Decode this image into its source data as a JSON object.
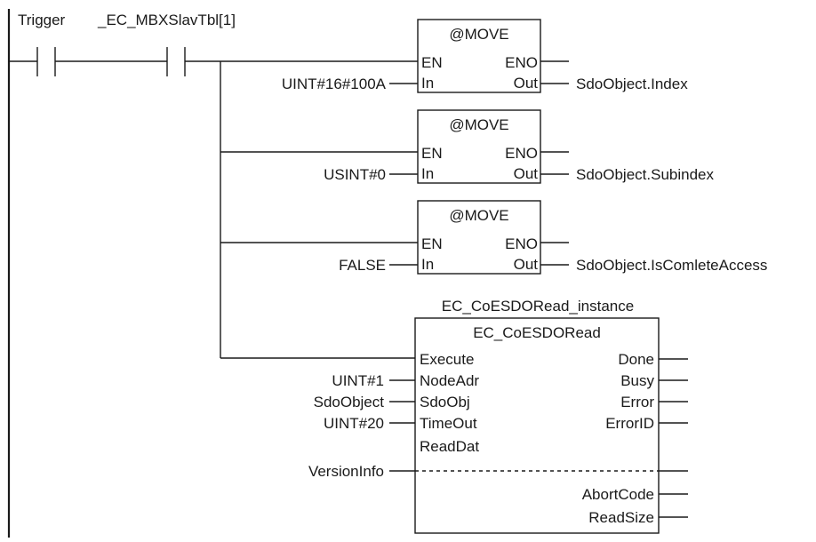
{
  "contacts": {
    "trigger": "Trigger",
    "slave_table": "_EC_MBXSlavTbl[1]"
  },
  "move_blocks": [
    {
      "name": "@MOVE",
      "en": "EN",
      "eno": "ENO",
      "in": "In",
      "out": "Out",
      "input_value": "UINT#16#100A",
      "output_var": "SdoObject.Index"
    },
    {
      "name": "@MOVE",
      "en": "EN",
      "eno": "ENO",
      "in": "In",
      "out": "Out",
      "input_value": "USINT#0",
      "output_var": "SdoObject.Subindex"
    },
    {
      "name": "@MOVE",
      "en": "EN",
      "eno": "ENO",
      "in": "In",
      "out": "Out",
      "input_value": "FALSE",
      "output_var": "SdoObject.IsComleteAccess"
    }
  ],
  "fb": {
    "instance": "EC_CoESDORead_instance",
    "type": "EC_CoESDORead",
    "inputs": [
      "Execute",
      "NodeAdr",
      "SdoObj",
      "TimeOut",
      "ReadDat"
    ],
    "outputs": [
      "Done",
      "Busy",
      "Error",
      "ErrorID"
    ],
    "lower_outputs": [
      "AbortCode",
      "ReadSize"
    ],
    "input_values": [
      "UINT#1",
      "SdoObject",
      "UINT#20"
    ],
    "inout_value": "VersionInfo"
  }
}
